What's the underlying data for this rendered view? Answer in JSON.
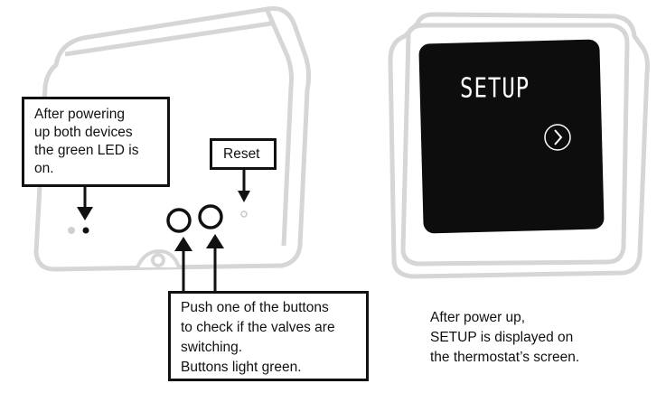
{
  "callouts": {
    "led": [
      "After powering",
      "up both devices",
      "the green LED is",
      "on."
    ],
    "reset": "Reset",
    "buttons": [
      "Push one of the buttons",
      "to check if the valves are",
      "switching.",
      "Buttons light green."
    ]
  },
  "thermostat": {
    "screen_text": "SETUP",
    "next_icon": "chevron-right-icon",
    "caption": [
      "After power up,",
      "SETUP is displayed on",
      "the thermostat’s screen."
    ]
  },
  "colors": {
    "outline": "#d9d9d9",
    "ink": "#111111",
    "screen": "#0d0d0d"
  }
}
